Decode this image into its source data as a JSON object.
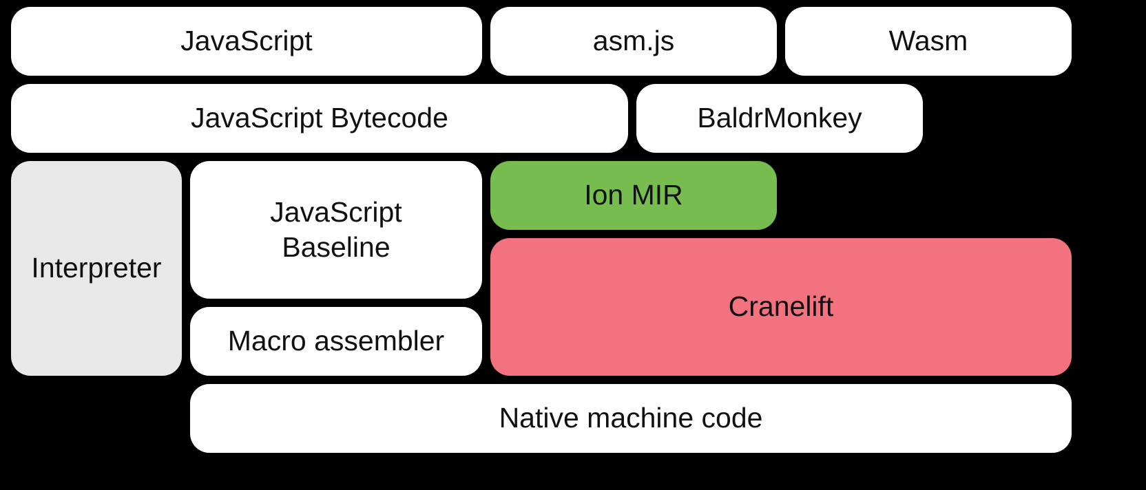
{
  "diagram": {
    "background_color": "#000000",
    "text_color": "#111111",
    "boxes": {
      "javascript": {
        "label": "JavaScript",
        "fill": "#ffffff"
      },
      "asm_js": {
        "label": "asm.js",
        "fill": "#ffffff"
      },
      "wasm": {
        "label": "Wasm",
        "fill": "#ffffff"
      },
      "javascript_bytecode": {
        "label": "JavaScript Bytecode",
        "fill": "#ffffff"
      },
      "baldrmonkey": {
        "label": "BaldrMonkey",
        "fill": "#ffffff"
      },
      "interpreter": {
        "label": "Interpreter",
        "fill": "#e8e8e8"
      },
      "javascript_baseline": {
        "label": "JavaScript Baseline",
        "fill": "#ffffff"
      },
      "ion_mir": {
        "label": "Ion MIR",
        "fill": "#77bc4f"
      },
      "cranelift": {
        "label": "Cranelift",
        "fill": "#f2737f"
      },
      "macro_assembler": {
        "label": "Macro assembler",
        "fill": "#ffffff"
      },
      "native_machine_code": {
        "label": "Native machine code",
        "fill": "#ffffff"
      }
    }
  }
}
